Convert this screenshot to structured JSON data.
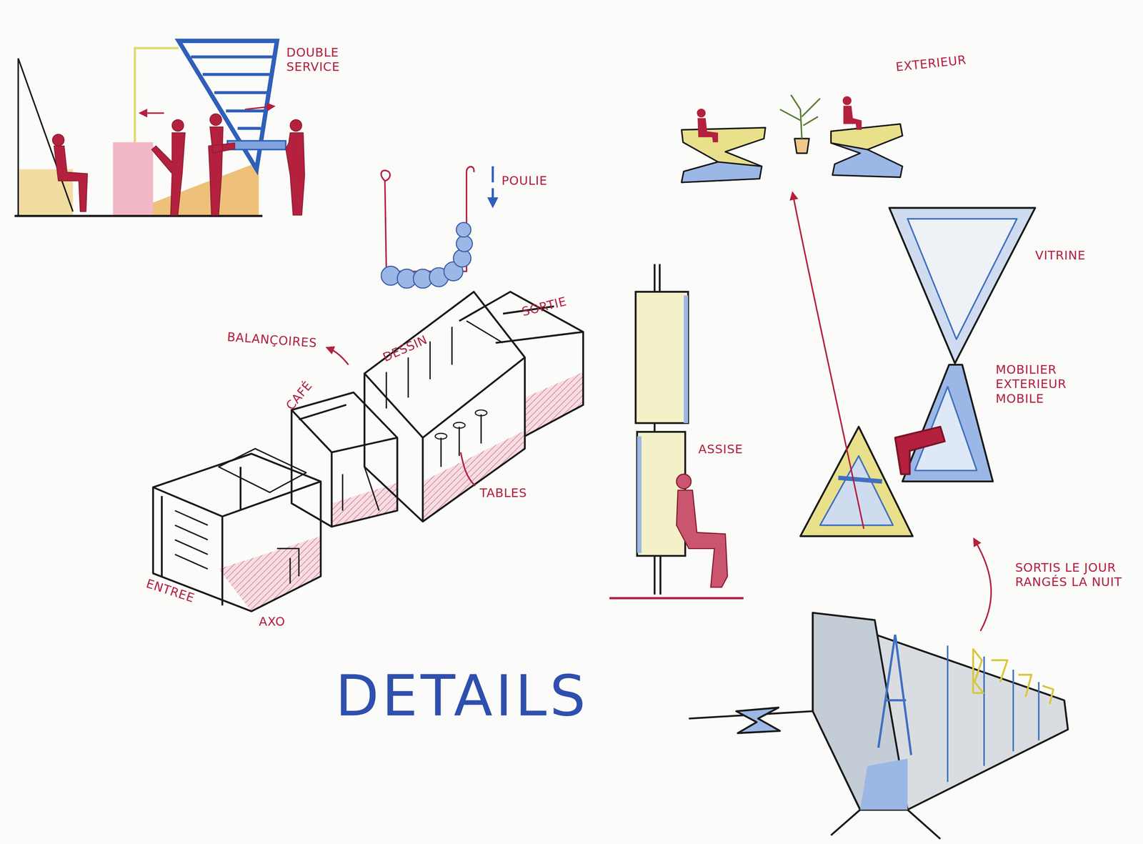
{
  "diagram": {
    "title": "DETAILS",
    "labels": [
      "DOUBLE SERVICE",
      "POULIE",
      "EXTERIEUR",
      "BALANÇOIRES",
      "DESSIN",
      "SORTIE",
      "CAFÉ",
      "VITRINE",
      "MOBILIER EXTERIEUR MOBILE",
      "ASSISE",
      "TABLES",
      "ENTREE",
      "AXO",
      "SORTIS LE JOUR RANGÉS LA NUIT"
    ]
  }
}
